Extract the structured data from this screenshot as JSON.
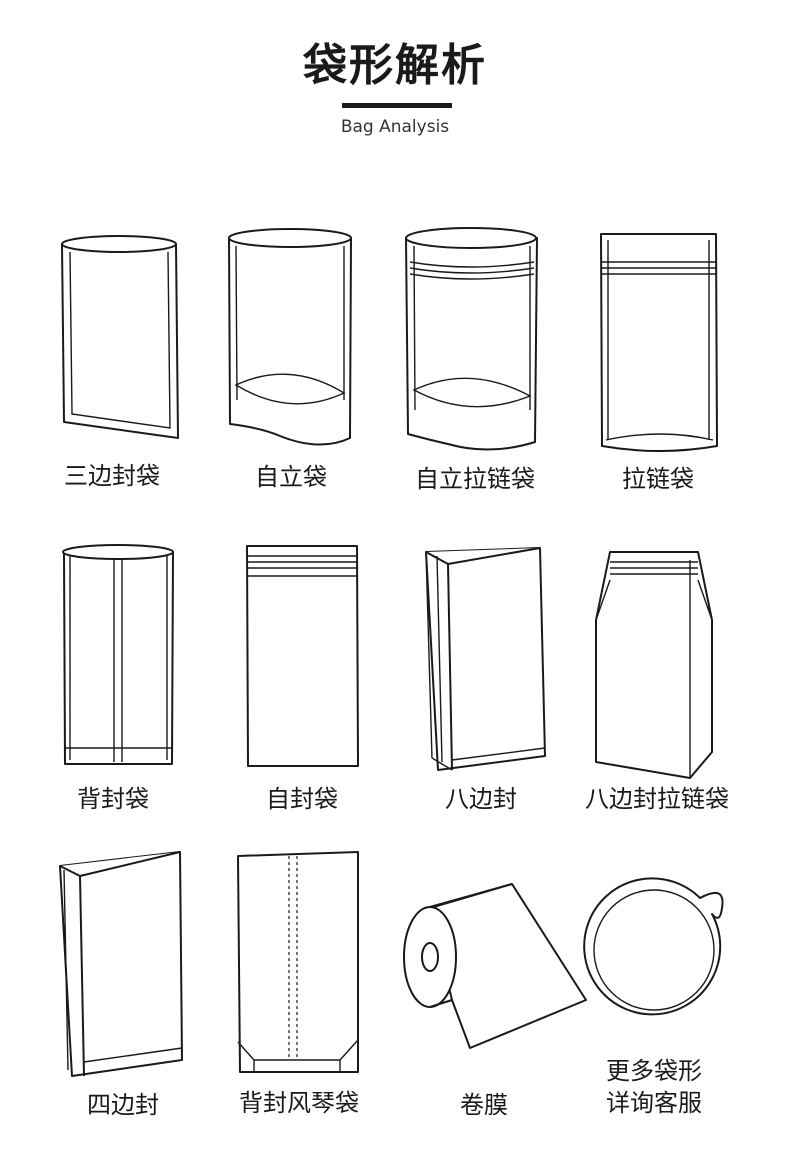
{
  "header": {
    "title": "袋形解析",
    "subtitle": "Bag Analysis"
  },
  "bags": [
    {
      "label": "三边封袋",
      "icon": "three-side-seal-bag-icon"
    },
    {
      "label": "自立袋",
      "icon": "stand-up-pouch-icon"
    },
    {
      "label": "自立拉链袋",
      "icon": "stand-up-zipper-pouch-icon"
    },
    {
      "label": "拉链袋",
      "icon": "zipper-bag-icon"
    },
    {
      "label": "背封袋",
      "icon": "back-seal-bag-icon"
    },
    {
      "label": "自封袋",
      "icon": "self-seal-bag-icon"
    },
    {
      "label": "八边封",
      "icon": "eight-side-seal-bag-icon"
    },
    {
      "label": "八边封拉链袋",
      "icon": "eight-side-seal-zipper-bag-icon"
    },
    {
      "label": "四边封",
      "icon": "four-side-seal-bag-icon"
    },
    {
      "label": "背封风琴袋",
      "icon": "back-seal-gusset-bag-icon"
    },
    {
      "label": "卷膜",
      "icon": "film-roll-icon"
    }
  ],
  "more": {
    "line1": "更多袋形",
    "line2": "详询客服",
    "icon": "special-shape-bag-icon"
  }
}
